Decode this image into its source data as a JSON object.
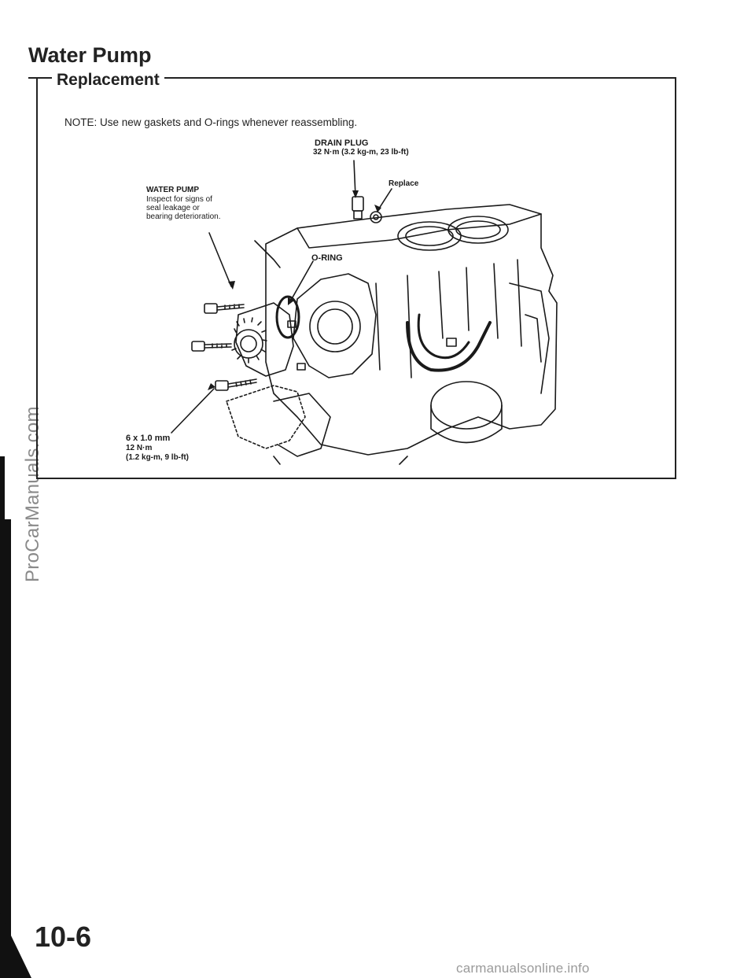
{
  "page": {
    "title": "Water Pump",
    "section_title": "Replacement",
    "note": "NOTE:  Use new gaskets and O-rings whenever reassembling.",
    "page_number": "10-6"
  },
  "diagram": {
    "labels": {
      "drain_plug_title": "DRAIN PLUG",
      "drain_plug_torque": "32 N·m (3.2 kg-m, 23 lb-ft)",
      "replace": "Replace",
      "water_pump_title": "WATER PUMP",
      "water_pump_note": "Inspect for signs of\nseal leakage or\nbearing deterioration.",
      "o_ring": "O-RING",
      "bolt_size": "6 x 1.0 mm",
      "bolt_torque_nm": "12 N·m",
      "bolt_torque_alt": "(1.2 kg-m, 9 lb-ft)"
    }
  },
  "watermarks": {
    "left": "ProCarManuals.com",
    "bottom": "carmanualsonline.info"
  }
}
